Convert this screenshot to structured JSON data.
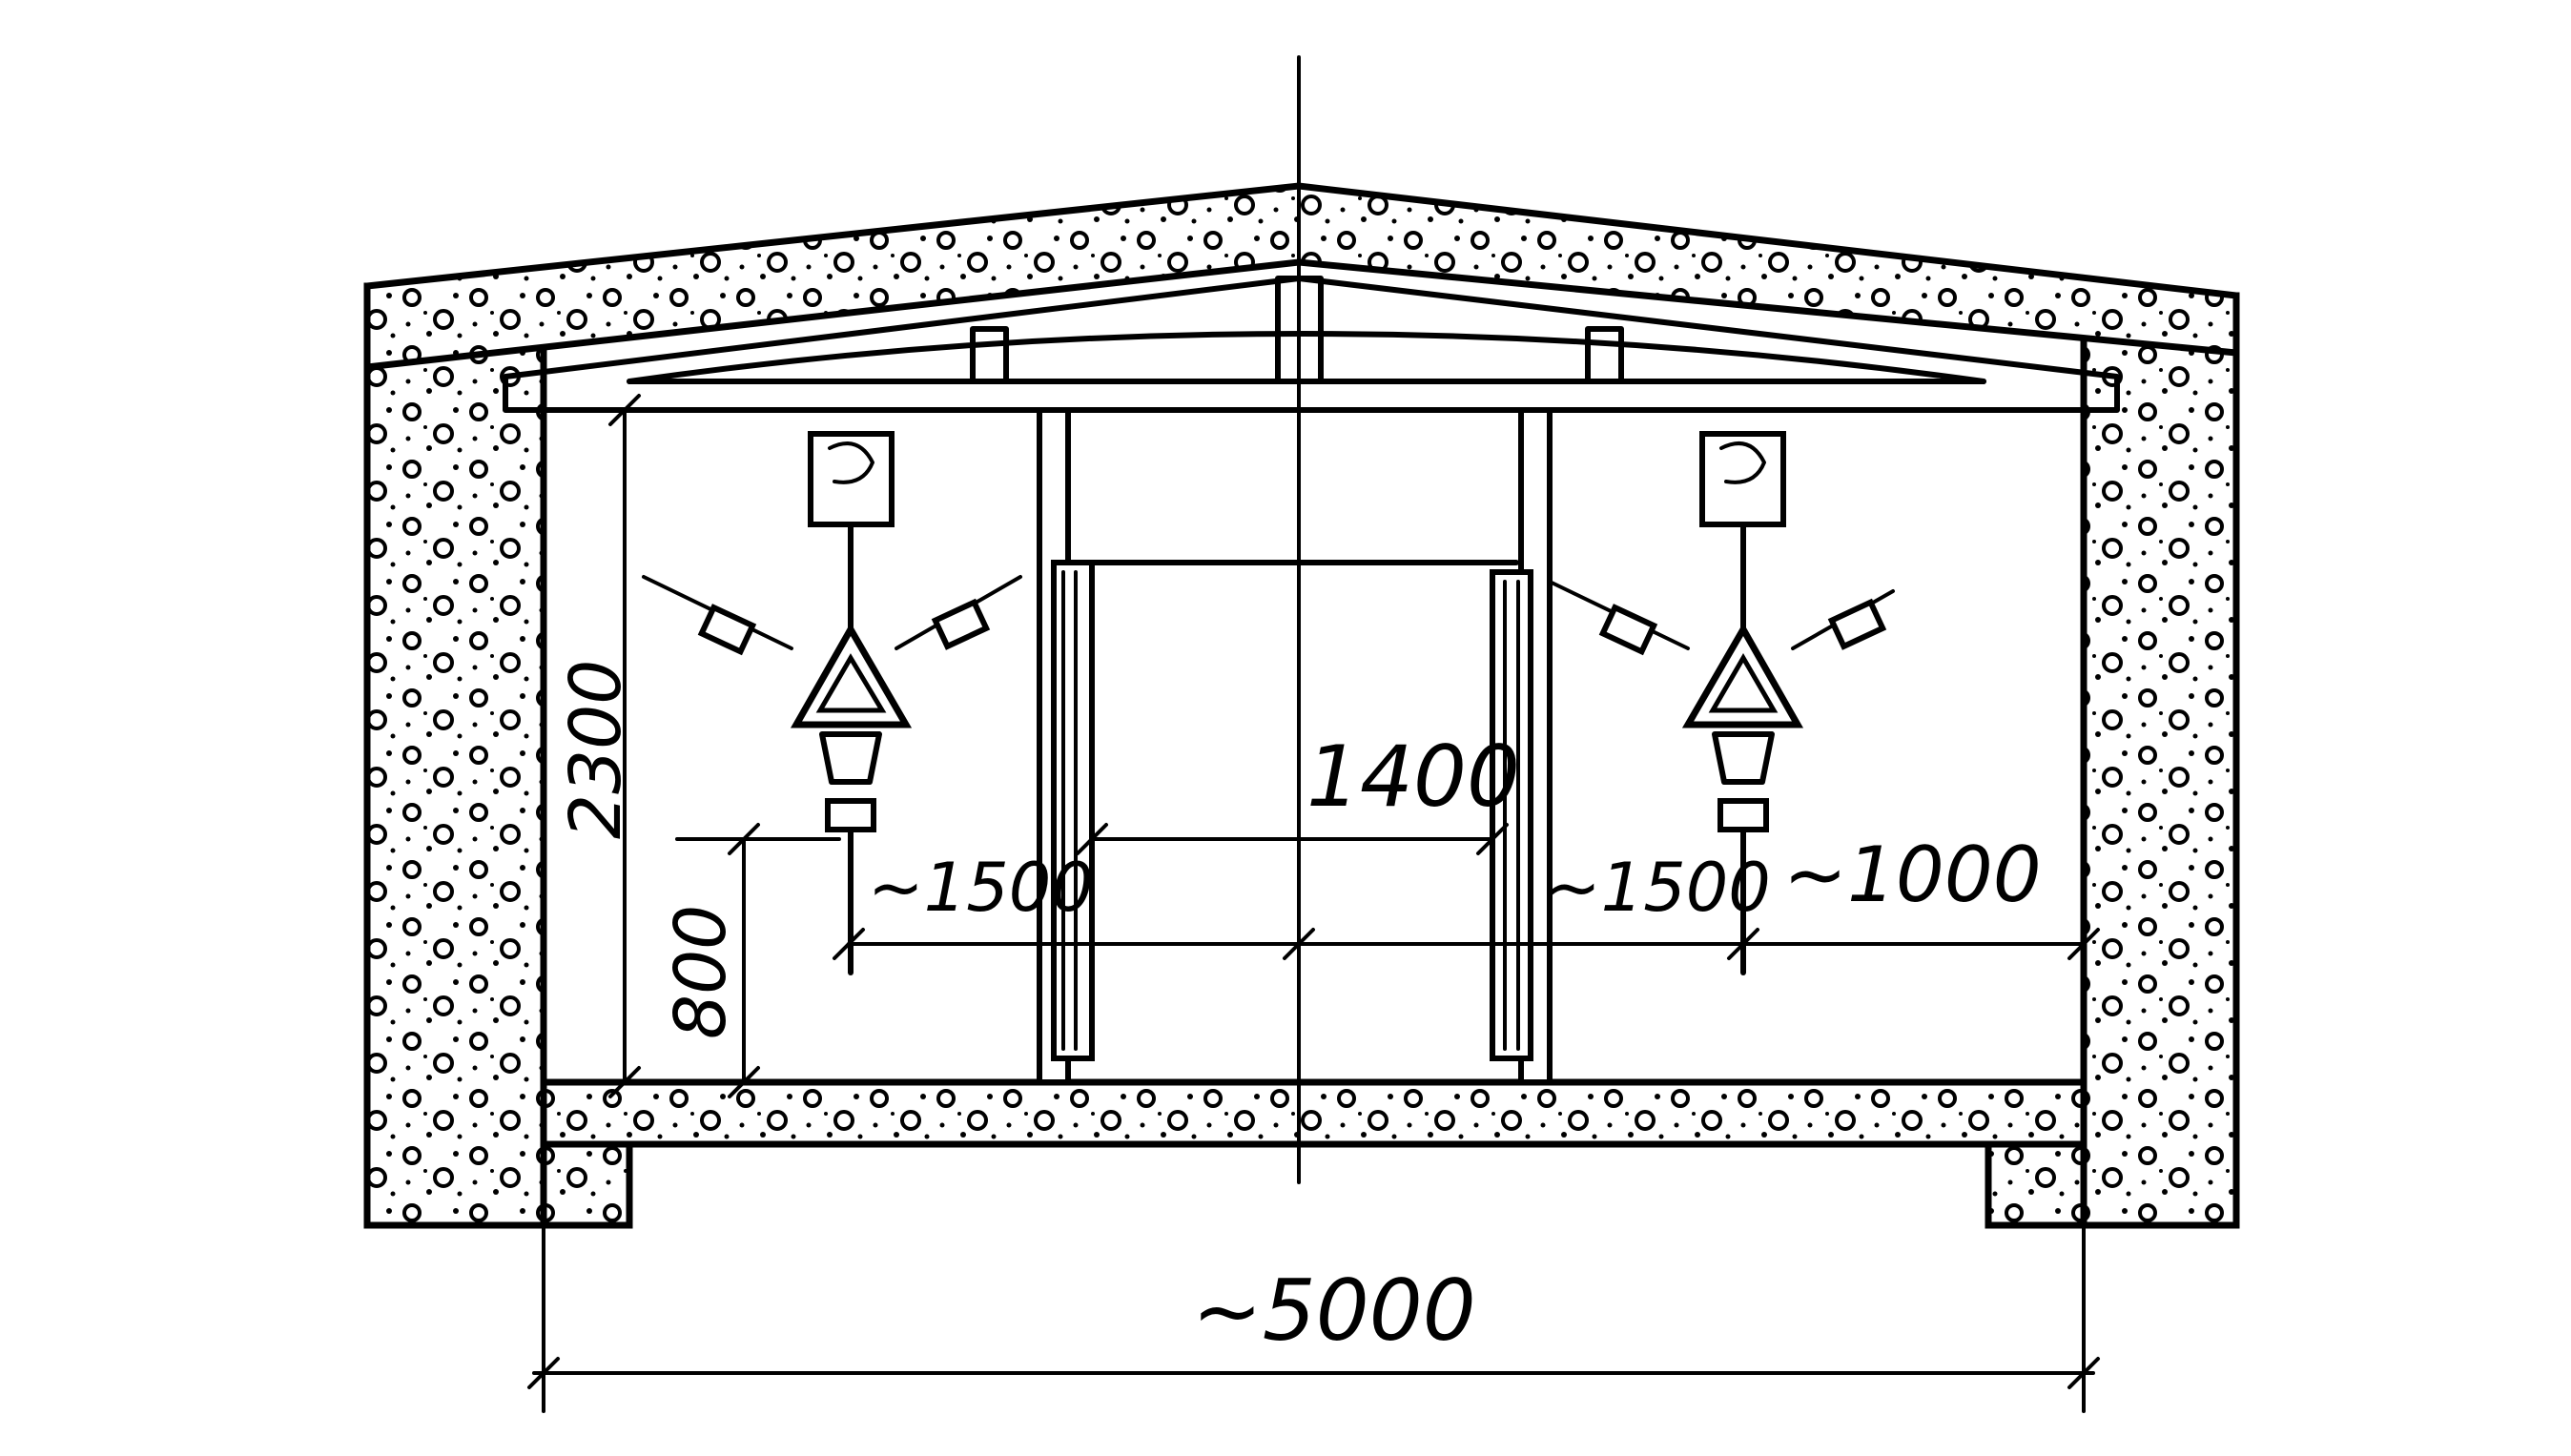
{
  "colors": {
    "ink": "#000000",
    "paper": "#ffffff"
  },
  "dimensions": {
    "total_width": "~5000",
    "ceiling_height": "2300",
    "bracket_height": "800",
    "aisle_width": "1400",
    "left_span": "~1500",
    "right_span": "~1500",
    "wall_offset": "~1000"
  },
  "icons": {
    "fill_texture": "concrete-aggregate-hatching",
    "insulator": "three-arm-suspension-insulator",
    "hanger": "ceiling-mount-bracket"
  }
}
